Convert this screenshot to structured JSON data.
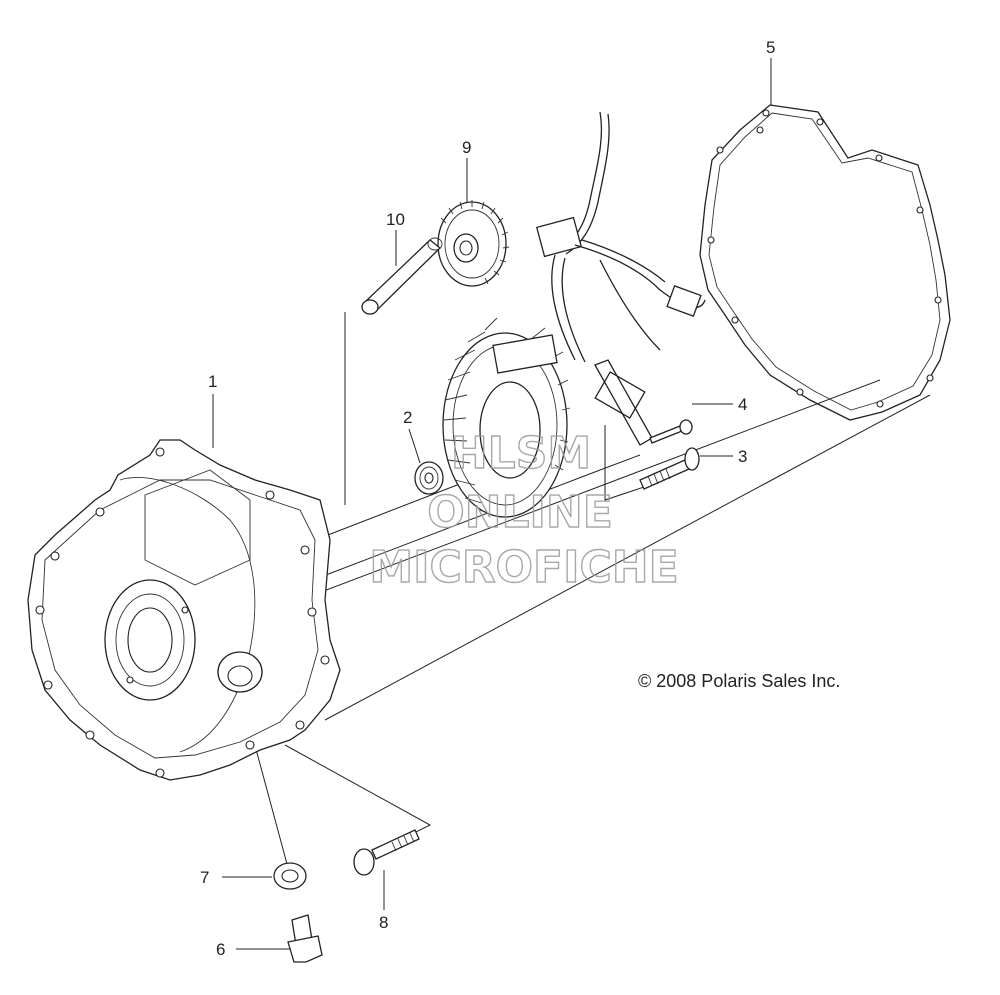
{
  "callouts": {
    "c1": "1",
    "c2": "2",
    "c3": "3",
    "c4": "4",
    "c5": "5",
    "c6": "6",
    "c7": "7",
    "c8": "8",
    "c9": "9",
    "c10": "10"
  },
  "copyright": "© 2008 Polaris Sales Inc.",
  "watermark": {
    "line1": "HLSM",
    "line2": "ONLINE",
    "line3": "MICROFICHE"
  }
}
